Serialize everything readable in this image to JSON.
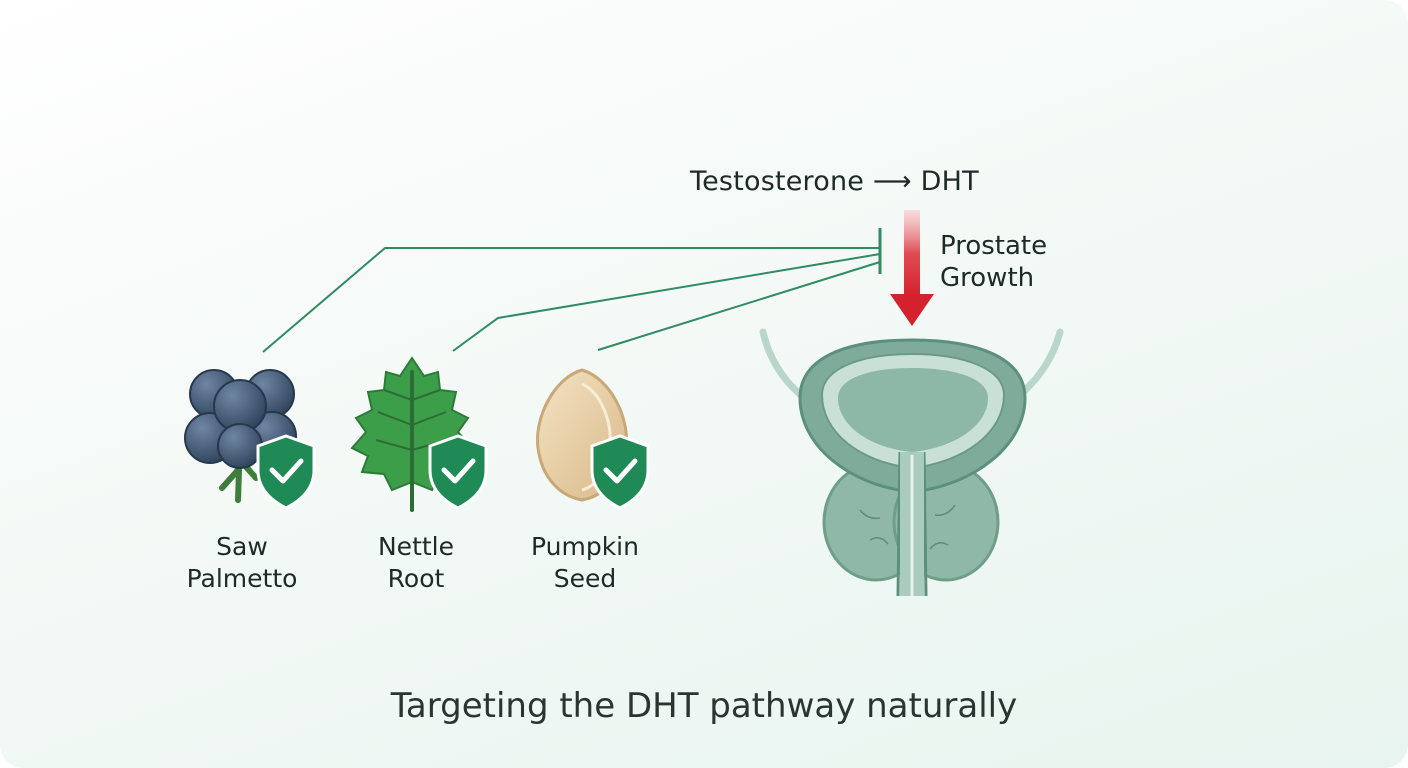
{
  "pathway": {
    "source": "Testosterone",
    "arrow": "⟶",
    "target": "DHT"
  },
  "growth": {
    "line1": "Prostate",
    "line2": "Growth"
  },
  "herbs": [
    {
      "line1": "Saw",
      "line2": "Palmetto"
    },
    {
      "line1": "Nettle",
      "line2": "Root"
    },
    {
      "line1": "Pumpkin",
      "line2": "Seed"
    }
  ],
  "caption": "Targeting the DHT pathway naturally",
  "colors": {
    "inhibit_line": "#2e8b62",
    "shield": "#1f8a55",
    "growth_arrow": "#d8313a",
    "berry": "#3f5670",
    "leaf": "#3d9e4a",
    "seed": "#e8cfa6",
    "organ": "#7fab9b"
  },
  "icons": [
    "berry-cluster-icon",
    "nettle-leaf-icon",
    "pumpkin-seed-icon",
    "shield-check-icon",
    "prostate-illustration"
  ]
}
